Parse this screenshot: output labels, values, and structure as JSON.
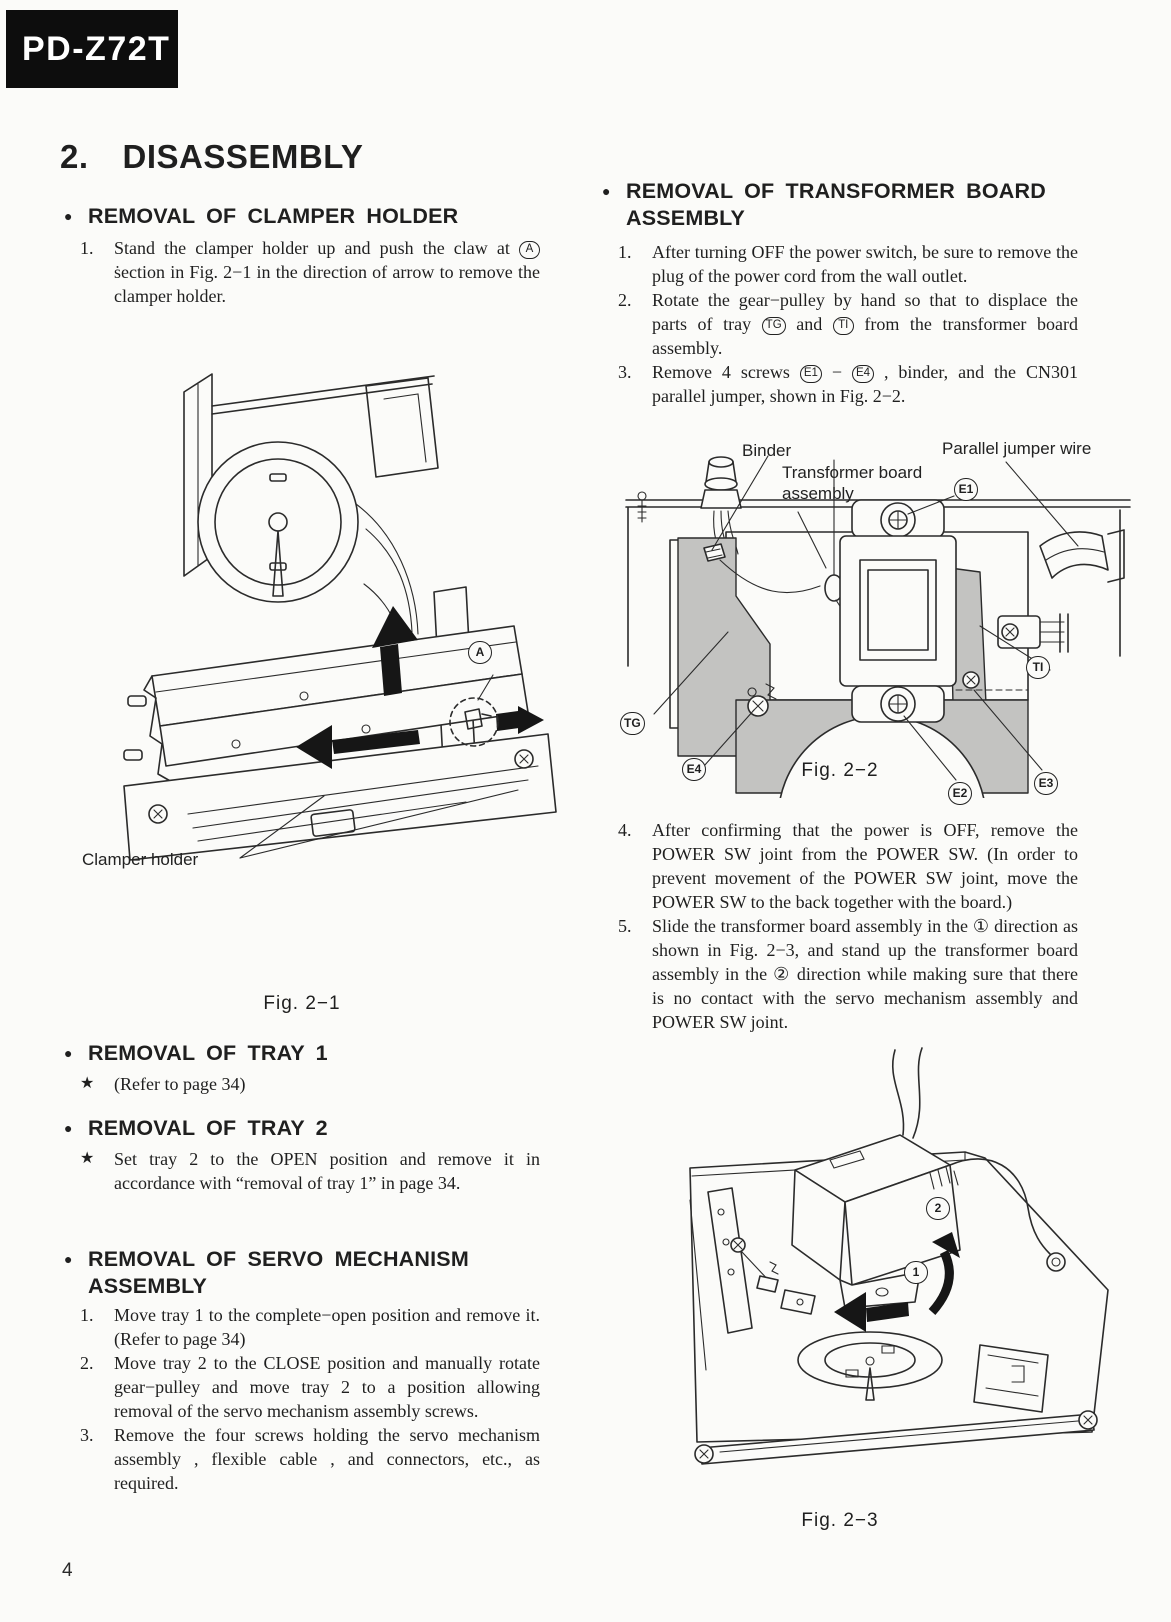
{
  "badge_text": "PD-Z72T",
  "page_number": "4",
  "title": {
    "num": "2.",
    "text": "DISASSEMBLY"
  },
  "bullet": "●",
  "sections": {
    "clamper": {
      "heading": "REMOVAL OF CLAMPER HOLDER",
      "item1_num": "1.",
      "item1_text": "Stand the clamper holder up and push the claw at ((A)) ṡection in Fig. 2−1 in the direction of arrow to remove the clamper holder."
    },
    "tray1": {
      "heading": "REMOVAL OF TRAY 1",
      "star": "★",
      "text": "(Refer to page 34)"
    },
    "tray2": {
      "heading": "REMOVAL OF TRAY 2",
      "star": "★",
      "text": "Set tray 2 to the OPEN position and remove it in accordance with “removal of tray 1” in page 34."
    },
    "servo": {
      "heading": "REMOVAL OF SERVO MECHANISM ASSEMBLY",
      "items": [
        {
          "num": "1.",
          "text": "Move tray 1 to the complete−open position and remove it. (Refer to page 34)"
        },
        {
          "num": "2.",
          "text": "Move tray 2 to the CLOSE position and manually rotate gear−pulley and move tray 2 to a position allowing removal of the servo mechanism assembly screws."
        },
        {
          "num": "3.",
          "text": "Remove the four screws holding the servo mechanism assembly , flexible cable , and connectors, etc., as required."
        }
      ]
    },
    "transformer": {
      "heading": "REMOVAL OF TRANSFORMER BOARD ASSEMBLY",
      "items": [
        {
          "num": "1.",
          "text": "After turning OFF the power switch, be sure to remove the plug of the power cord from the wall outlet."
        },
        {
          "num": "2.",
          "text": "Rotate the gear−pulley by hand so that to displace the parts of tray ((TG)) and ((TI)) from the transformer board assembly."
        },
        {
          "num": "3.",
          "text": "Remove 4 screws ((E1)) − ((E4)) , binder, and the CN301 parallel jumper, shown in Fig. 2−2."
        },
        {
          "num": "4.",
          "text": "After confirming that the power is OFF, remove the POWER SW joint from the POWER SW. (In order to prevent movement of the POWER SW joint, move the POWER SW to the back together with the board.)"
        },
        {
          "num": "5.",
          "text": "Slide the transformer board assembly in the ① direction as shown in Fig. 2−3, and stand up the transformer board assembly in the ② direction while making sure that there is no contact with the servo mechanism assembly and POWER SW joint."
        }
      ]
    }
  },
  "figures": {
    "fig1": {
      "caption": "Fig. 2−1",
      "clamper_label": "Clamper holder",
      "a_label": "A"
    },
    "fig2": {
      "caption": "Fig. 2−2",
      "binder": "Binder",
      "board_line1": "Transformer board",
      "board_line2": "assembly",
      "jumper": "Parallel jumper wire",
      "e1": "E1",
      "e2": "E2",
      "e3": "E3",
      "e4": "E4",
      "tg": "TG",
      "ti": "TI"
    },
    "fig3": {
      "caption": "Fig. 2−3",
      "step1": "1",
      "step2": "2"
    }
  }
}
